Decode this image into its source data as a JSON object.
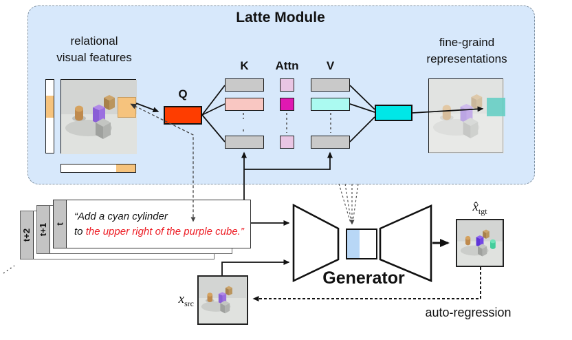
{
  "latte": {
    "title": "Latte Module",
    "left_feature_label": [
      "relational",
      "visual features"
    ],
    "right_feature_label": [
      "fine-graind",
      "representations"
    ],
    "q_label": "Q",
    "k_label": "K",
    "attn_label": "Attn",
    "v_label": "V"
  },
  "instruction": {
    "tabs": [
      "t",
      "t+1",
      "t+2"
    ],
    "line1": "“Add a cyan cylinder",
    "line2_black": "to ",
    "line2_red": "the upper right of the purple cube.”"
  },
  "generator": {
    "label": "Generator"
  },
  "io": {
    "xtgt_base": "x̂",
    "xtgt_sub": "tgt",
    "xsrc_base": "x",
    "xsrc_sub": "src",
    "autoregression_label": "auto-regression"
  },
  "colors": {
    "module-bg": "#d7e8fb",
    "gray-bar": "#c9c9c9",
    "pink": "#f9c7c2",
    "cyan-bar": "#abfaf1",
    "attn-light": "#e9c6e4",
    "attn-hot": "#e018b2",
    "q": "#fe3d00",
    "out": "#00e7e7",
    "orange": "#f6c37d",
    "teal-patch": "#63cec4",
    "tab": "#c4c4c4",
    "red-text": "#ed1c24",
    "gen-blue": "#b8d7f6"
  }
}
